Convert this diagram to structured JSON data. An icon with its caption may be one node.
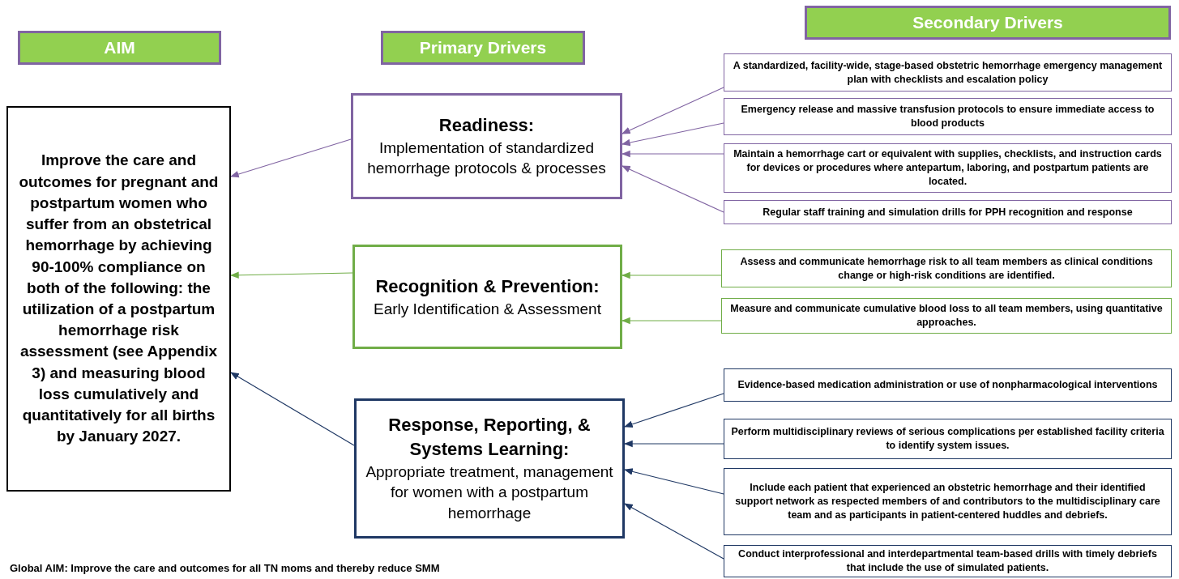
{
  "diagram": {
    "nodes": [
      {
        "text": [
          "AIM"
        ]
      },
      {
        "text": [
          "Improve the care and outcomes for pregnant and postpartum women who suffer from an obstetrical hemorrhage by achieving 90-100% compliance on both of the following: the utilization of a postpartum hemorrhage risk assessment (see Appendix 3) and measuring blood loss cumulatively and quantitatively for all births by January 2027."
        ]
      },
      {
        "text": [
          "Primary Drivers"
        ]
      },
      {
        "text": [
          "Readiness:",
          "Implementation of standardized hemorrhage protocols & processes"
        ]
      },
      {
        "text": [
          "Recognition & Prevention:",
          "Early Identification & Assessment"
        ]
      },
      {
        "text": [
          "Response, Reporting, & Systems Learning:",
          "Appropriate treatment, management for women with a postpartum hemorrhage"
        ]
      },
      {
        "text": [
          "Secondary Drivers"
        ]
      },
      {
        "text": [
          "A standardized, facility-wide, stage-based obstetric hemorrhage emergency management plan with checklists and escalation policy"
        ]
      },
      {
        "text": [
          "Emergency release and massive transfusion protocols to ensure immediate access to blood products"
        ]
      },
      {
        "text": [
          "Maintain a hemorrhage cart or equivalent with supplies, checklists, and instruction cards for devices or procedures where antepartum, laboring, and postpartum patients are located."
        ]
      },
      {
        "text": [
          "Regular staff training and simulation drills for PPH recognition and response"
        ]
      },
      {
        "text": [
          "Assess and communicate hemorrhage risk to all team members as clinical conditions change or high-risk conditions are identified."
        ]
      },
      {
        "text": [
          "Measure and communicate cumulative blood loss to all team members, using quantitative approaches."
        ]
      },
      {
        "text": [
          "Evidence-based medication administration or use of nonpharmacological interventions"
        ]
      },
      {
        "text": [
          "Perform multidisciplinary reviews of serious complications per established facility criteria to identify system issues."
        ]
      },
      {
        "text": [
          "Include each patient that experienced an obstetric hemorrhage and their identified support network as respected members of and contributors to the multidisciplinary care team and as participants in patient-centered huddles and debriefs."
        ]
      },
      {
        "text": [
          "Conduct interprofessional and interdepartmental team-based drills with timely debriefs that include the use of simulated patients."
        ]
      }
    ],
    "edges": [
      {
        "from": 3,
        "to": 1,
        "arrow": "to",
        "color": "#8064a2"
      },
      {
        "from": 4,
        "to": 1,
        "arrow": "to",
        "color": "#70ad47"
      },
      {
        "from": 5,
        "to": 1,
        "arrow": "to",
        "color": "#1f3864"
      },
      {
        "from": 7,
        "to": 3,
        "arrow": "to",
        "color": "#8064a2"
      },
      {
        "from": 8,
        "to": 3,
        "arrow": "to",
        "color": "#8064a2"
      },
      {
        "from": 9,
        "to": 3,
        "arrow": "to",
        "color": "#8064a2"
      },
      {
        "from": 10,
        "to": 3,
        "arrow": "to",
        "color": "#8064a2"
      },
      {
        "from": 11,
        "to": 4,
        "arrow": "to",
        "color": "#70ad47"
      },
      {
        "from": 12,
        "to": 4,
        "arrow": "to",
        "color": "#70ad47"
      },
      {
        "from": 13,
        "to": 5,
        "arrow": "to",
        "color": "#1f3864"
      },
      {
        "from": 14,
        "to": 5,
        "arrow": "to",
        "color": "#1f3864"
      },
      {
        "from": 15,
        "to": 5,
        "arrow": "to",
        "color": "#1f3864"
      },
      {
        "from": 16,
        "to": 5,
        "arrow": "to",
        "color": "#1f3864"
      }
    ],
    "labels": [
      "Global AIM: Improve the care and outcomes for all TN moms and thereby reduce SMM"
    ]
  }
}
